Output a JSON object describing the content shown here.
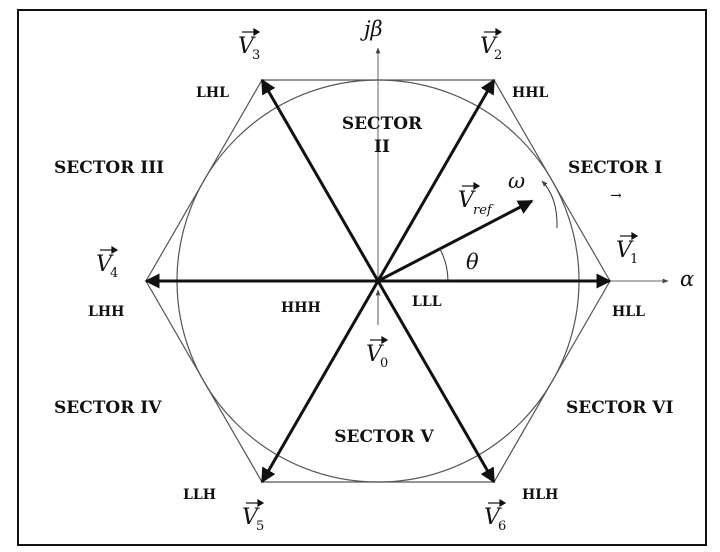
{
  "sectors": [
    "SECTOR I",
    "SECTOR",
    "II",
    "SECTOR III",
    "SECTOR IV",
    "SECTOR V",
    "SECTOR VI"
  ],
  "states": [
    "HLL",
    "HHL",
    "LHL",
    "LHH",
    "LLH",
    "HLH",
    "LLL",
    "HHH"
  ],
  "vectors": [
    {
      "base": "V",
      "sub": "1"
    },
    {
      "base": "V",
      "sub": "2"
    },
    {
      "base": "V",
      "sub": "3"
    },
    {
      "base": "V",
      "sub": "4"
    },
    {
      "base": "V",
      "sub": "5"
    },
    {
      "base": "V",
      "sub": "6"
    },
    {
      "base": "V",
      "sub": "0"
    },
    {
      "base": "V",
      "sub": "ref"
    }
  ],
  "axes": {
    "real": "α",
    "imag": "jβ"
  },
  "angle_label": "θ",
  "omega_label": "ω"
}
